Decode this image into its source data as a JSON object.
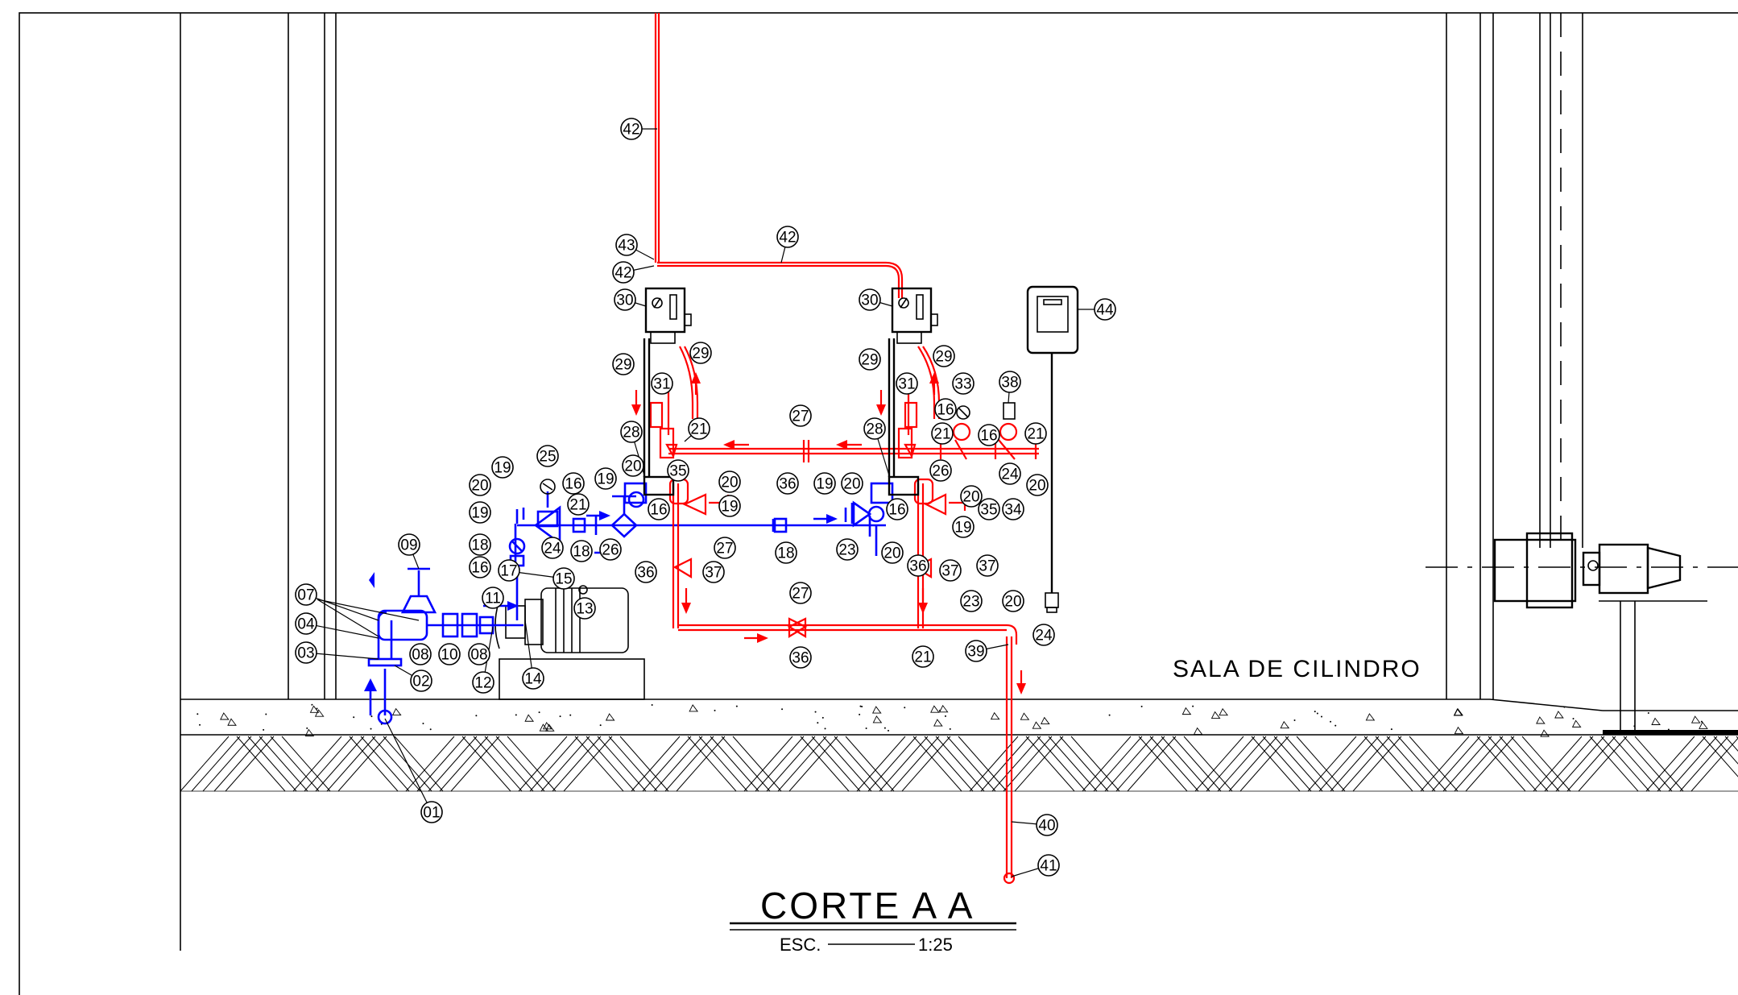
{
  "drawing": {
    "title": "CORTE  A  A",
    "scale_label": "ESC.",
    "scale_value": "1:25",
    "room_label": "SALA  DE  CILINDRO"
  },
  "tags": [
    {
      "id": "01"
    },
    {
      "id": "02"
    },
    {
      "id": "03"
    },
    {
      "id": "04"
    },
    {
      "id": "07"
    },
    {
      "id": "08"
    },
    {
      "id": "08"
    },
    {
      "id": "09"
    },
    {
      "id": "10"
    },
    {
      "id": "11"
    },
    {
      "id": "12"
    },
    {
      "id": "13"
    },
    {
      "id": "14"
    },
    {
      "id": "15"
    },
    {
      "id": "16"
    },
    {
      "id": "16"
    },
    {
      "id": "16"
    },
    {
      "id": "16"
    },
    {
      "id": "16"
    },
    {
      "id": "16"
    },
    {
      "id": "17"
    },
    {
      "id": "18"
    },
    {
      "id": "18"
    },
    {
      "id": "18"
    },
    {
      "id": "19"
    },
    {
      "id": "19"
    },
    {
      "id": "19"
    },
    {
      "id": "19"
    },
    {
      "id": "19"
    },
    {
      "id": "19"
    },
    {
      "id": "20"
    },
    {
      "id": "20"
    },
    {
      "id": "20"
    },
    {
      "id": "20"
    },
    {
      "id": "20"
    },
    {
      "id": "20"
    },
    {
      "id": "20"
    },
    {
      "id": "20"
    },
    {
      "id": "21"
    },
    {
      "id": "21"
    },
    {
      "id": "21"
    },
    {
      "id": "21"
    },
    {
      "id": "21"
    },
    {
      "id": "23"
    },
    {
      "id": "23"
    },
    {
      "id": "24"
    },
    {
      "id": "24"
    },
    {
      "id": "24"
    },
    {
      "id": "25"
    },
    {
      "id": "26"
    },
    {
      "id": "26"
    },
    {
      "id": "27"
    },
    {
      "id": "27"
    },
    {
      "id": "27"
    },
    {
      "id": "28"
    },
    {
      "id": "28"
    },
    {
      "id": "29"
    },
    {
      "id": "29"
    },
    {
      "id": "29"
    },
    {
      "id": "29"
    },
    {
      "id": "30"
    },
    {
      "id": "30"
    },
    {
      "id": "31"
    },
    {
      "id": "31"
    },
    {
      "id": "33"
    },
    {
      "id": "34"
    },
    {
      "id": "35"
    },
    {
      "id": "35"
    },
    {
      "id": "36"
    },
    {
      "id": "36"
    },
    {
      "id": "36"
    },
    {
      "id": "36"
    },
    {
      "id": "37"
    },
    {
      "id": "37"
    },
    {
      "id": "37"
    },
    {
      "id": "38"
    },
    {
      "id": "39"
    },
    {
      "id": "40"
    },
    {
      "id": "41"
    },
    {
      "id": "42"
    },
    {
      "id": "42"
    },
    {
      "id": "42"
    },
    {
      "id": "43"
    },
    {
      "id": "44"
    }
  ],
  "colors": {
    "hot_water": "#ff0000",
    "suction_water": "#0000ff",
    "linework": "#000000"
  }
}
